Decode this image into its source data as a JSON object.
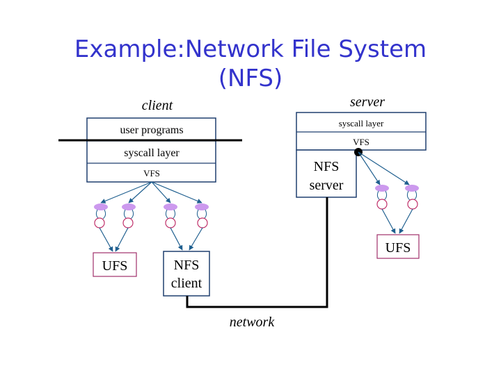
{
  "slide": {
    "title_line1": "Example:Network File System",
    "title_line2": "(NFS)"
  },
  "client": {
    "label": "client",
    "layers": [
      "user programs",
      "syscall layer",
      "VFS"
    ],
    "ufs_label": "UFS",
    "nfs_client_line1": "NFS",
    "nfs_client_line2": "client"
  },
  "server": {
    "label": "server",
    "layers": [
      "syscall layer",
      "VFS"
    ],
    "nfs_server_line1": "NFS",
    "nfs_server_line2": "server",
    "ufs_label": "UFS"
  },
  "network": {
    "label": "network"
  },
  "colors": {
    "title": "#3333cc",
    "box_border_blue": "#1f3f6f",
    "box_border_red": "#a0306a",
    "arrow": "#1f5f8f",
    "vnode_fill": "#cc99ee",
    "inode_stroke": "#c0306a",
    "line": "#000000"
  }
}
